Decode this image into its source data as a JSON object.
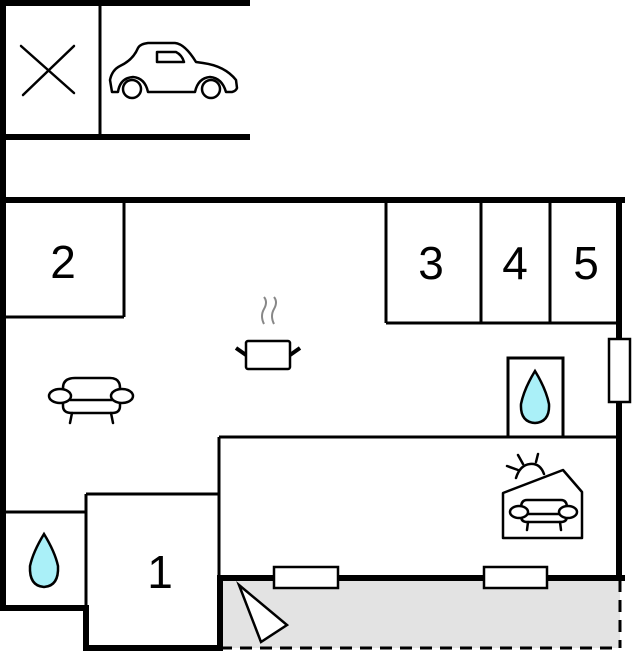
{
  "floorplan": {
    "colors": {
      "wall": "#000000",
      "water": "#aaf0f8",
      "terrace": "#e3e3e3",
      "background": "#ffffff",
      "steam": "#888888"
    },
    "rooms": [
      {
        "id": "1",
        "label": "1"
      },
      {
        "id": "2",
        "label": "2"
      },
      {
        "id": "3",
        "label": "3"
      },
      {
        "id": "4",
        "label": "4"
      },
      {
        "id": "5",
        "label": "5"
      }
    ],
    "icons": [
      "cross-icon",
      "car-icon",
      "cooking-pot-icon",
      "sofa-icon",
      "water-drop-icon",
      "sunroom-sofa-icon",
      "door-swing-icon"
    ]
  }
}
